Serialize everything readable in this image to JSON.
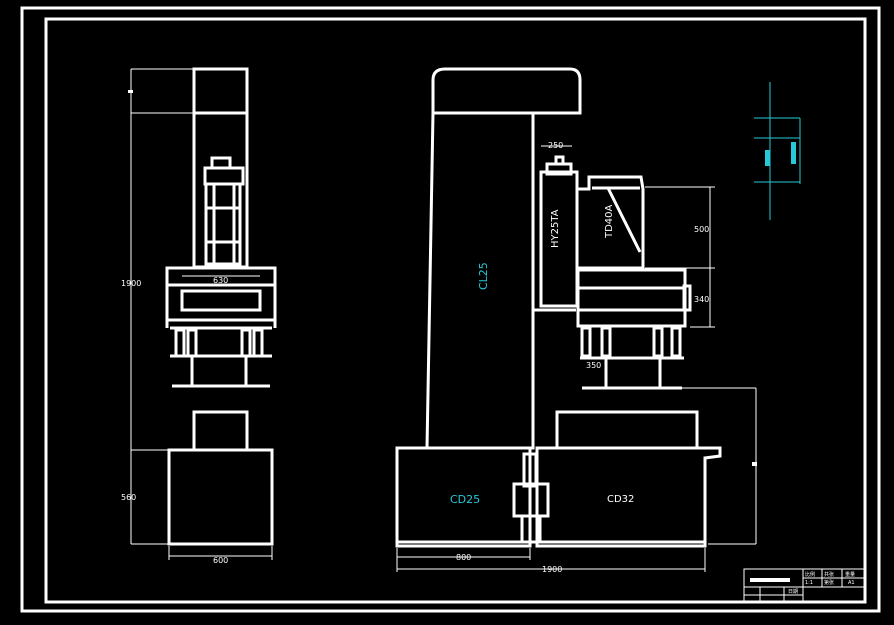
{
  "labels": {
    "column": "CL25",
    "slide_left": "HY25TA",
    "slide_right": "TD40A",
    "base_left": "CD25",
    "base_right": "CD32"
  },
  "dimensions": {
    "side_height": "1900",
    "side_base_height": "560",
    "side_width_top": "630",
    "side_base_width": "600",
    "front_250": "250",
    "front_500": "500",
    "front_340": "340",
    "front_350": "350",
    "front_800": "800",
    "front_total": "1900"
  },
  "title_block": {
    "r1": [
      "比例",
      "共张",
      "重量"
    ],
    "r2": [
      "1:1",
      "第张",
      "A1"
    ],
    "r3": [
      "",
      "日期"
    ]
  },
  "colors": {
    "line": "#ffffff",
    "text_accent": "#27c8d8",
    "background": "#000000"
  }
}
